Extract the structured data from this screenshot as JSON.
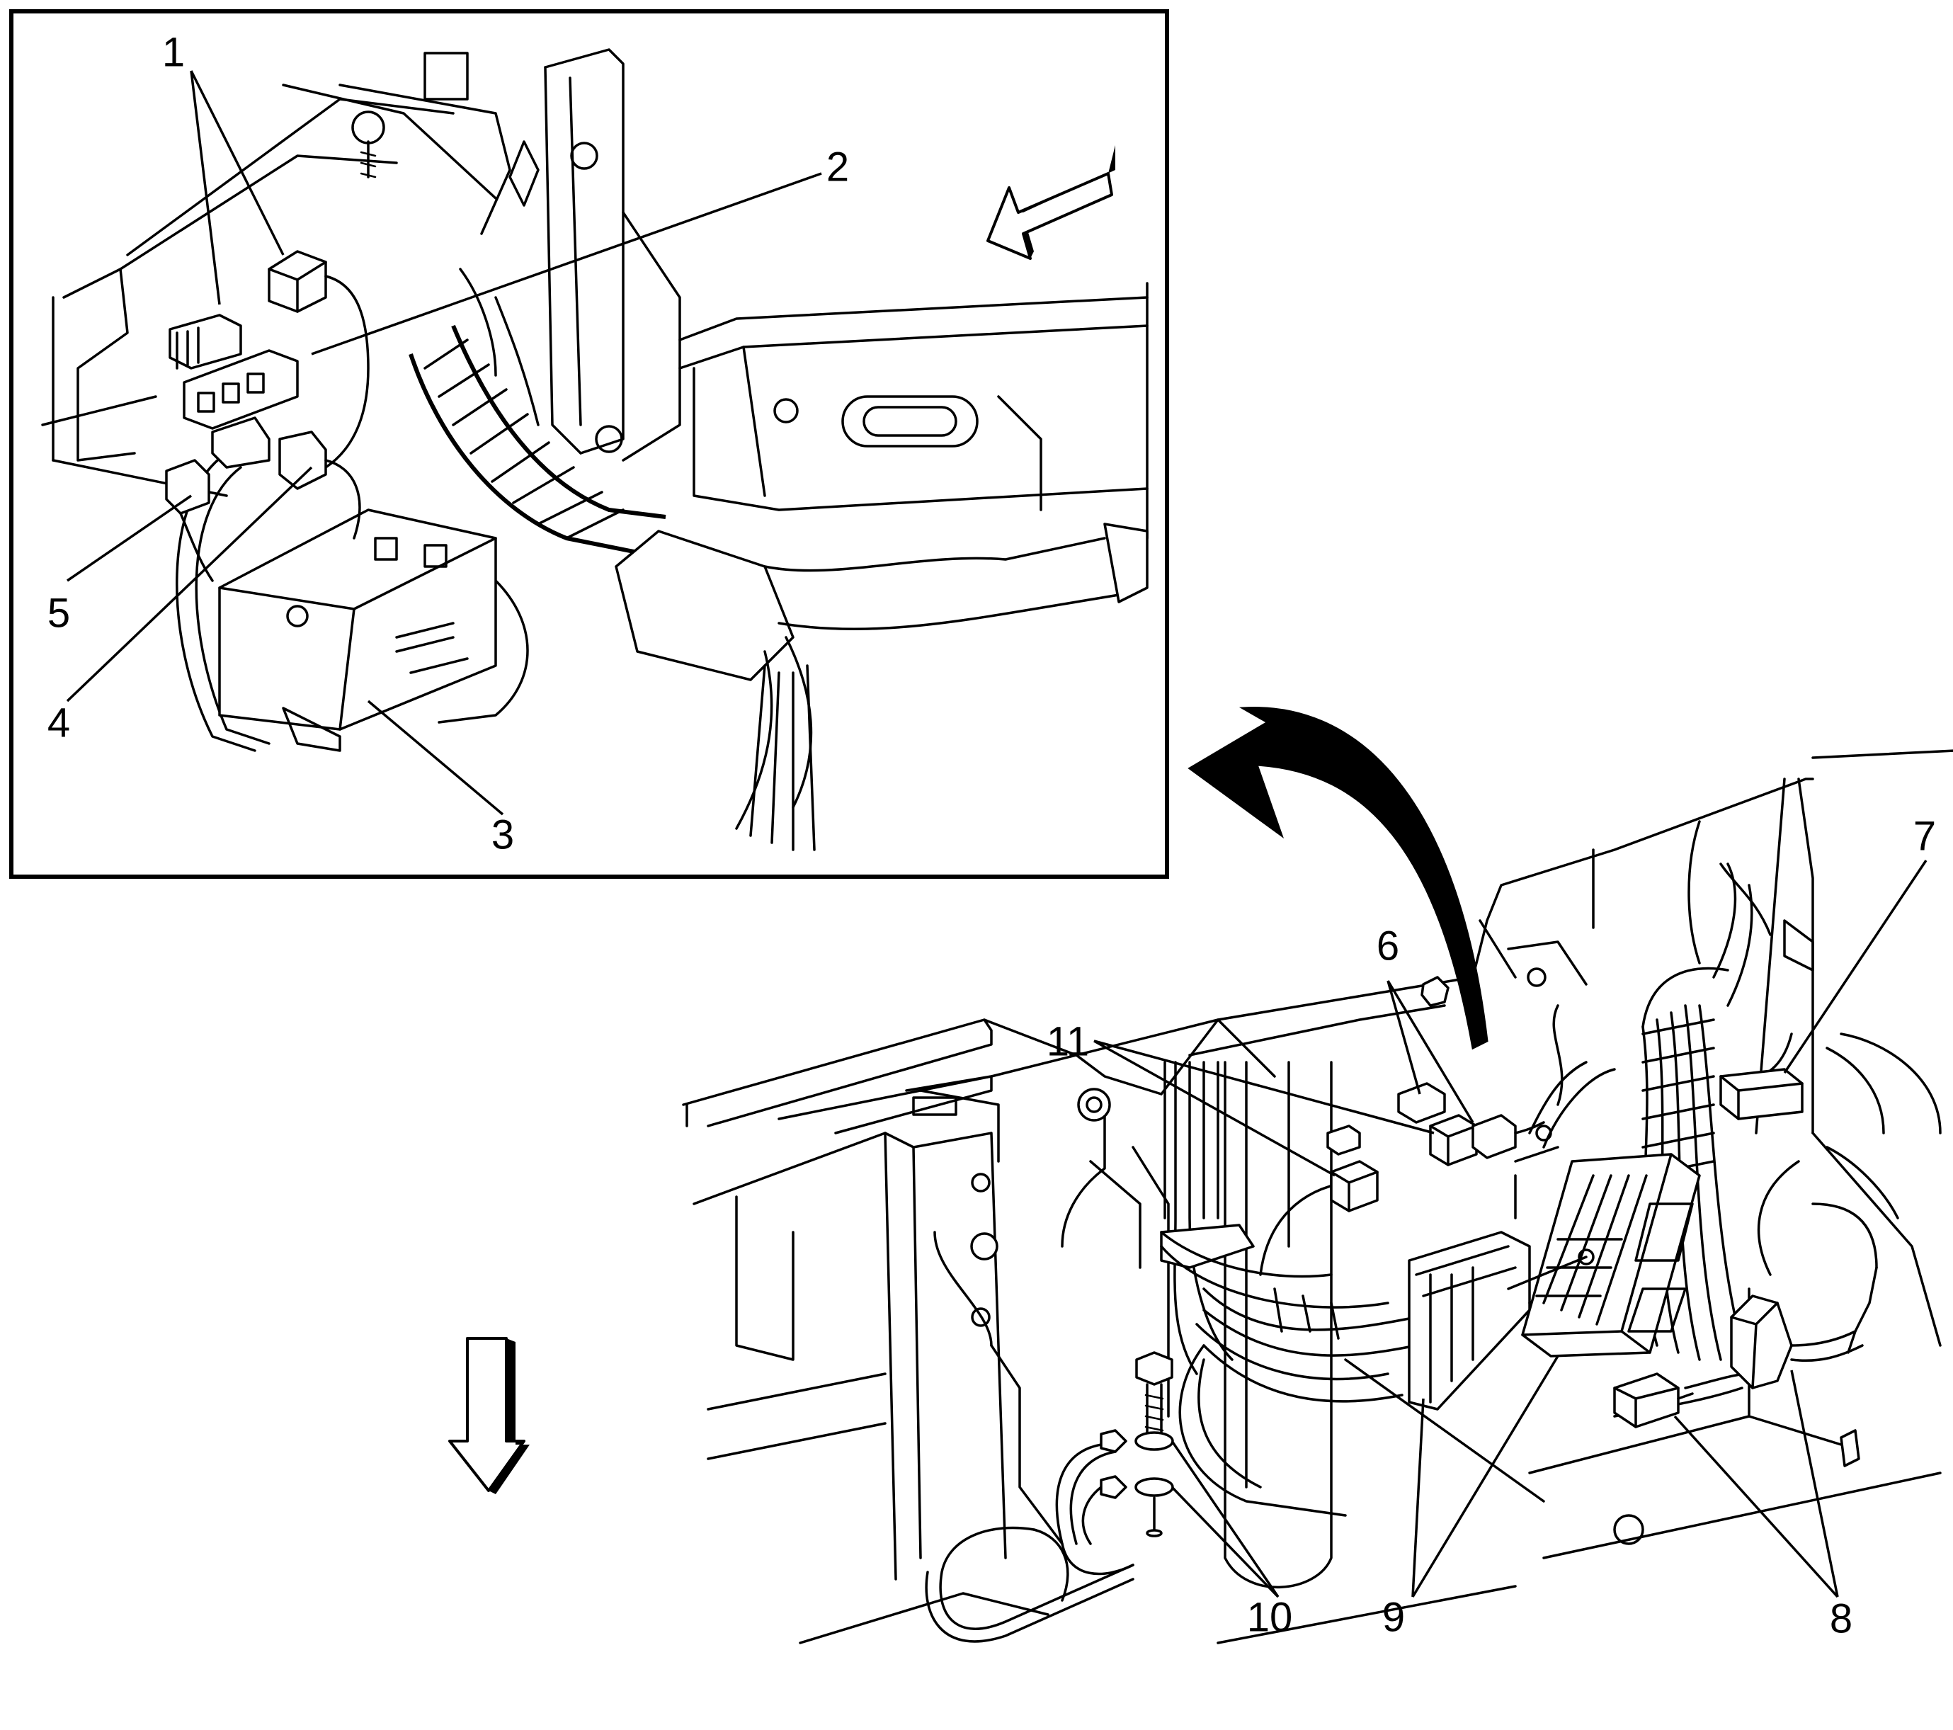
{
  "diagram": {
    "callouts": {
      "c1": "1",
      "c2": "2",
      "c3": "3",
      "c4": "4",
      "c5": "5",
      "c6": "6",
      "c7": "7",
      "c8": "8",
      "c9": "9",
      "c10": "10",
      "c11": "11"
    },
    "icons": {
      "view_arrow_inset": "direction-arrow-icon",
      "view_arrow_main": "down-arrow-icon",
      "detail_arrow": "curved-arrow-icon"
    }
  }
}
